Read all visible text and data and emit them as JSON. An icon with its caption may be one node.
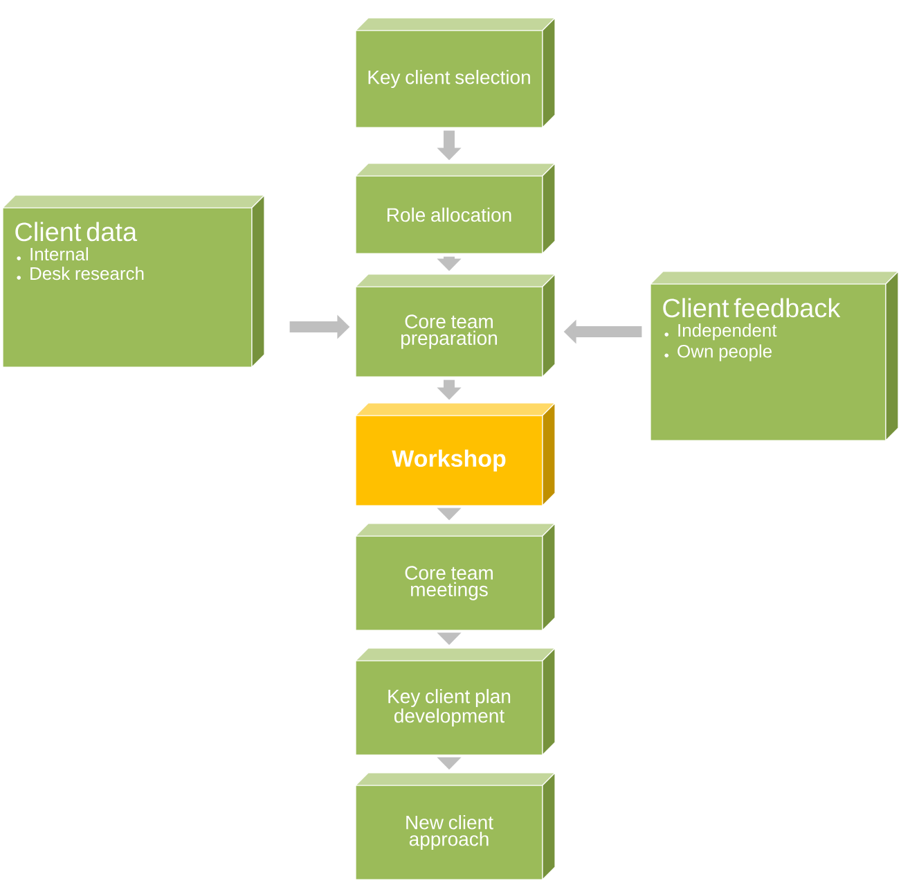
{
  "diagram": {
    "nodes": [
      {
        "text": [
          "Key client selection"
        ]
      },
      {
        "text": [
          "Role allocation"
        ]
      },
      {
        "text": [
          "Client data",
          "Internal",
          "Desk research"
        ]
      },
      {
        "text": [
          "Core team preparation"
        ]
      },
      {
        "text": [
          "Client feedback",
          "Independent",
          "Own people"
        ]
      },
      {
        "text": [
          "Workshop"
        ]
      },
      {
        "text": [
          "Core team meetings"
        ]
      },
      {
        "text": [
          "Key client plan development"
        ]
      },
      {
        "text": [
          "New client approach"
        ]
      }
    ],
    "edges": [
      {
        "from": 0,
        "to": 1,
        "arrow": "to"
      },
      {
        "from": 1,
        "to": 3,
        "arrow": "to"
      },
      {
        "from": 2,
        "to": 3,
        "arrow": "to"
      },
      {
        "from": 4,
        "to": 3,
        "arrow": "to"
      },
      {
        "from": 3,
        "to": 5,
        "arrow": "to"
      },
      {
        "from": 5,
        "to": 6,
        "arrow": "to"
      },
      {
        "from": 6,
        "to": 7,
        "arrow": "to"
      },
      {
        "from": 7,
        "to": 8,
        "arrow": "to"
      }
    ]
  }
}
